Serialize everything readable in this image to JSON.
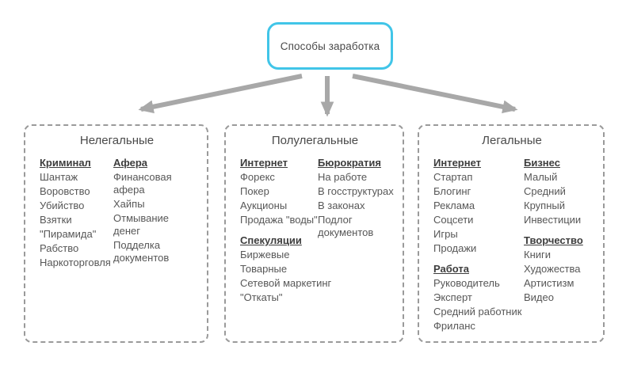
{
  "root_box": {
    "label": "Способы заработка"
  },
  "colors": {
    "accent_border": "#41c5e8",
    "arrow": "#a8a8a8",
    "panel_border": "#9a9a9a",
    "heading_text": "#3d3d3d",
    "body_text": "#575757"
  },
  "panels": [
    {
      "id": "illegal",
      "title": "Нелегальные",
      "columns": [
        {
          "sections": [
            {
              "header": "Криминал",
              "items": [
                "Шантаж",
                "Воровство",
                "Убийство",
                "Взятки",
                "\"Пирамида\"",
                "Рабство",
                "Наркоторговля"
              ]
            }
          ]
        },
        {
          "sections": [
            {
              "header": "Афера",
              "items": [
                "Финансовая афера",
                "Хайпы",
                "Отмывание денег",
                "Подделка документов"
              ]
            }
          ]
        }
      ]
    },
    {
      "id": "semi-legal",
      "title": "Полулегальные",
      "columns": [
        {
          "sections": [
            {
              "header": "Интернет",
              "items": [
                "Форекс",
                "Покер",
                "Аукционы",
                "Продажа \"воды\""
              ]
            },
            {
              "header": "Спекуляции",
              "items": [
                "Биржевые",
                "Товарные",
                "Сетевой маркетинг",
                "\"Откаты\""
              ]
            }
          ]
        },
        {
          "sections": [
            {
              "header": "Бюрократия",
              "items": [
                "На работе",
                "В госструктурах",
                "В законах",
                "Подлог документов"
              ]
            }
          ]
        }
      ]
    },
    {
      "id": "legal",
      "title": "Легальные",
      "columns": [
        {
          "sections": [
            {
              "header": "Интернет",
              "items": [
                "Стартап",
                "Блогинг",
                "Реклама",
                "Соцсети",
                "Игры",
                "Продажи"
              ]
            },
            {
              "header": "Работа",
              "items": [
                "Руководитель",
                "Эксперт",
                "Средний работник",
                "Фриланс"
              ]
            }
          ]
        },
        {
          "sections": [
            {
              "header": "Бизнес",
              "items": [
                "Малый",
                "Средний",
                "Крупный",
                "Инвестиции"
              ]
            },
            {
              "header": "Творчество",
              "items": [
                "Книги",
                "Художества",
                "Артистизм",
                "Видео"
              ]
            }
          ]
        }
      ]
    }
  ]
}
